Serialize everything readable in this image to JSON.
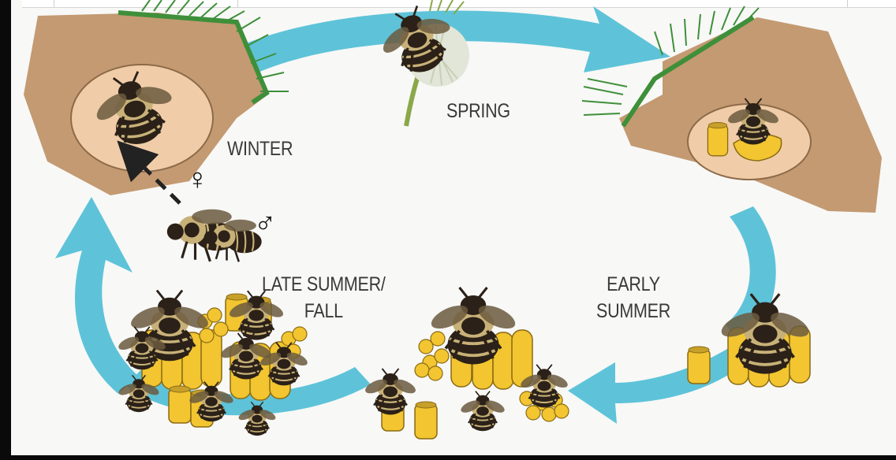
{
  "diagram": {
    "stages": {
      "spring": "SPRING",
      "winter": "WINTER",
      "early_summer": [
        "EARLY",
        "SUMMER"
      ],
      "late_summer_fall": [
        "LATE SUMMER/",
        "FALL"
      ]
    },
    "symbols": {
      "female": "♀",
      "male": "♂"
    },
    "colors": {
      "cycle_arrow": "#5ec3d8",
      "soil": "#c49a72",
      "burrow": "#f0cda8",
      "grass": "#3f8f3a",
      "bee_dark": "#2b2118",
      "bee_tan": "#c8b178",
      "comb_yellow": "#f2c531"
    }
  }
}
